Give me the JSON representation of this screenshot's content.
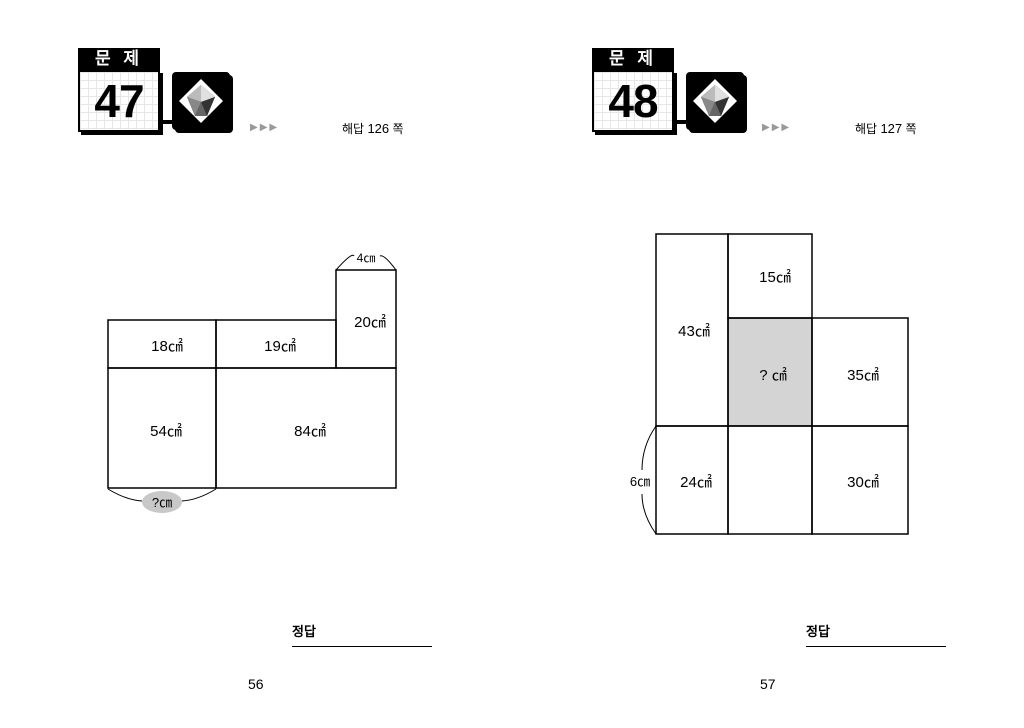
{
  "left": {
    "problem_label": "문 제",
    "problem_number": "47",
    "arrows": "▶▶▶",
    "answer_ref_prefix": "해답",
    "answer_ref_page": "126",
    "answer_ref_suffix": "쪽",
    "figure": {
      "top_width": "4㎝",
      "cell_a": "18㎠",
      "cell_b": "19㎠",
      "cell_c": "20㎠",
      "cell_d": "54㎠",
      "cell_e": "84㎠",
      "unknown_width": "?㎝"
    },
    "answer_label": "정답",
    "page_number": "56"
  },
  "right": {
    "problem_label": "문 제",
    "problem_number": "48",
    "arrows": "▶▶▶",
    "answer_ref_prefix": "해답",
    "answer_ref_page": "127",
    "answer_ref_suffix": "쪽",
    "figure": {
      "cell_a": "43㎠",
      "cell_b": "15㎠",
      "cell_unknown": "? ㎠",
      "cell_c": "35㎠",
      "cell_d": "24㎠",
      "cell_e": "30㎠",
      "side_height": "6㎝"
    },
    "answer_label": "정답",
    "page_number": "57"
  }
}
